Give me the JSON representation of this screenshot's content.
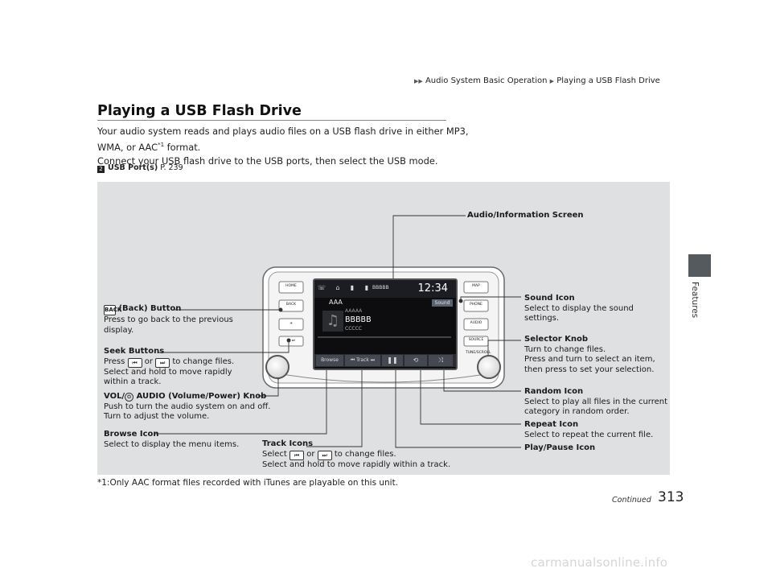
{
  "breadcrumb": {
    "section": "Audio System Basic Operation",
    "page": "Playing a USB Flash Drive"
  },
  "side_tab": {
    "label": "Features"
  },
  "heading": {
    "title": "Playing a USB Flash Drive"
  },
  "intro": {
    "line1": "Your audio system reads and plays audio files on a USB flash drive in either MP3,",
    "line2a": "WMA, or AAC",
    "line2sup": "*1",
    "line2b": " format.",
    "line3": "Connect your USB flash drive to the USB ports, then select the USB mode."
  },
  "xref": {
    "label": "USB Port(s)",
    "page": "P. 239"
  },
  "callouts": {
    "audio_screen": {
      "title": "Audio/Information Screen"
    },
    "back_button": {
      "title": "(Back) Button",
      "line1": "Press to go back to the previous",
      "line2": "display.",
      "icon": "BACK"
    },
    "seek_buttons": {
      "title": "Seek Buttons",
      "line1a": "Press",
      "or": "or",
      "line1b": "to change files.",
      "line2": "Select and hold to move rapidly",
      "line3": "within a track."
    },
    "vol_knob": {
      "title_a": "VOL/",
      "title_b": "AUDIO (Volume/Power) Knob",
      "line1": "Push to turn the audio system on and off.",
      "line2": "Turn to adjust the volume."
    },
    "browse_icon": {
      "title": "Browse Icon",
      "line1": "Select to display the menu items."
    },
    "track_icons": {
      "title": "Track Icons",
      "line1a": "Select",
      "or": "or",
      "line1b": "to change files.",
      "line2": "Select and hold to move rapidly within a track."
    },
    "sound_icon": {
      "title": "Sound Icon",
      "line1": "Select to display the sound",
      "line2": "settings."
    },
    "selector_knob": {
      "title": "Selector Knob",
      "line1": "Turn to change files.",
      "line2": "Press and turn to select an item,",
      "line3": "then press to set your selection."
    },
    "random_icon": {
      "title": "Random Icon",
      "line1": "Select to play all files in the current",
      "line2": "category in random order."
    },
    "repeat_icon": {
      "title": "Repeat Icon",
      "line1": "Select to repeat the current file."
    },
    "play_pause_icon": {
      "title": "Play/Pause Icon"
    }
  },
  "unit": {
    "screen": {
      "clock": "12:34",
      "top_text": "BBBBB",
      "sound_label": "Sound",
      "source_label": "AAA",
      "album": "AAAAA",
      "track": "BBBBB",
      "artist": "CCCCC",
      "browse_label": "Browse",
      "track_label": "Track",
      "top_icons": [
        "Phone",
        "Navi",
        "FM"
      ]
    },
    "left_buttons": [
      "HOME",
      "BACK"
    ],
    "right_buttons": [
      "MAP",
      "PHONE",
      "AUDIO",
      "SOURCE",
      "TUNE/SCROLL"
    ]
  },
  "footnote": "*1:Only AAC format files recorded with iTunes are playable on this unit.",
  "page_number": "313",
  "continued": "Continued",
  "watermark": "carmanualsonline.info"
}
